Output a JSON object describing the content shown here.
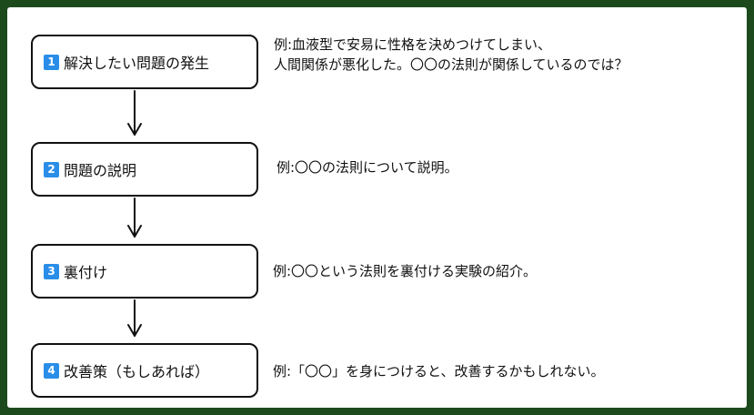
{
  "steps": [
    {
      "number": "1",
      "label": "解決したい問題の発生",
      "example_line1": "例:血液型で安易に性格を決めつけてしまい、",
      "example_line2": "人間関係が悪化した。〇〇の法則が関係しているのでは？"
    },
    {
      "number": "2",
      "label": "問題の説明",
      "example_line1": "例:〇〇の法則について説明。"
    },
    {
      "number": "3",
      "label": "裏付け",
      "example_line1": "例:〇〇という法則を裏付ける実験の紹介。"
    },
    {
      "number": "4",
      "label": "改善策（もしあれば）",
      "example_line1": "例:「〇〇」を身につけると、改善するかもしれない。"
    }
  ],
  "colors": {
    "badge": "#2a8ee8",
    "frame": "#1d4a1d"
  }
}
